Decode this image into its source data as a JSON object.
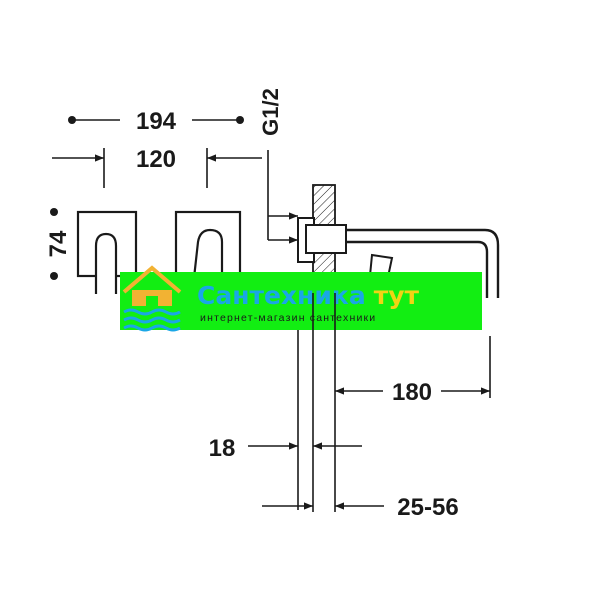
{
  "dimensions": {
    "overall_width": "194",
    "between_centers": "120",
    "height": "74",
    "thread": "G1/2",
    "spout_projection": "180",
    "plate_depth": "18",
    "wall_range": "25-56"
  },
  "watermark": {
    "title_part1": "Сантехника",
    "title_part2": "тут",
    "subtitle": "интернет-магазин сантехники",
    "colors": {
      "band": "#12ee12",
      "title": "#1aa7e6",
      "accent": "#f0d414",
      "subtitle": "#e8f3ff",
      "logo": "#f2b233"
    }
  },
  "line_color": "#1a1a1a"
}
